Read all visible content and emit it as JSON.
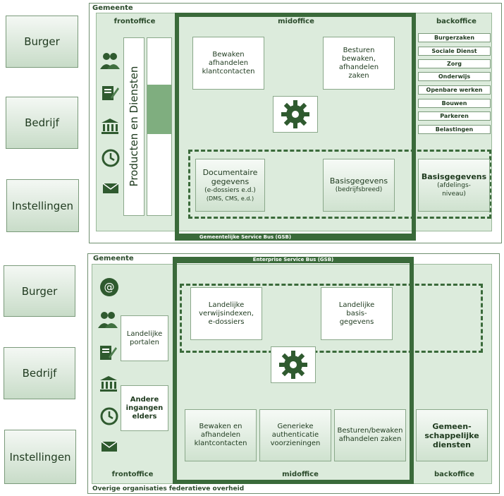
{
  "actors_top": [
    "Burger",
    "Bedrijf",
    "Instellingen"
  ],
  "actors_bottom": [
    "Burger",
    "Bedrijf",
    "Instellingen"
  ],
  "top": {
    "gemeente": "Gemeente",
    "frontoffice": "frontoffice",
    "midoffice": "midoffice",
    "backoffice": "backoffice",
    "producten": "Producten en Diensten",
    "mid_boxes": {
      "bewaken": "Bewaken afhandelen klantcontacten",
      "besturen": "Besturen bewaken, afhandelen zaken",
      "documentaire_title": "Documentaire gegevens",
      "documentaire_sub": "(e-dossiers e.d.)",
      "documentaire_sub2": "(DMS, CMS, e.d.)",
      "basis_title": "Basisgegevens",
      "basis_sub": "(bedrijfsbreed)"
    },
    "back_items": [
      "Burgerzaken",
      "Sociale Dienst",
      "Zorg",
      "Onderwijs",
      "Openbare werken",
      "Bouwen",
      "Parkeren",
      "Belastingen"
    ],
    "back_basis_title": "Basisgegevens",
    "back_basis_sub": "(afdelings-niveau)",
    "bus": "Gemeentelijke Service Bus (GSB)"
  },
  "bottom": {
    "gemeente": "Gemeente",
    "bus": "Enterprise Service Bus (GSB)",
    "landelijke_portalen": "Landelijke portalen",
    "andere_ingangen": "Andere ingangen elders",
    "landelijke_verwijs": "Landelijke verwijsindexen, e-dossiers",
    "landelijke_basis": "Landelijke basis-gegevens",
    "bewaken": "Bewaken en afhandelen klantcontacten",
    "generieke": "Generieke authenticatie voorzieningen",
    "besturen": "Besturen/bewaken afhandelen zaken",
    "gemeenschappelijk": "Gemeen-schappelijke diensten",
    "frontoffice": "frontoffice",
    "midoffice": "midoffice",
    "backoffice": "backoffice",
    "overige": "Overige organisaties federatieve overheid"
  },
  "icons": [
    "people-icon",
    "document-pen-icon",
    "building-icon",
    "clock-icon",
    "mail-icon",
    "at-sign-icon",
    "gear-icon"
  ]
}
